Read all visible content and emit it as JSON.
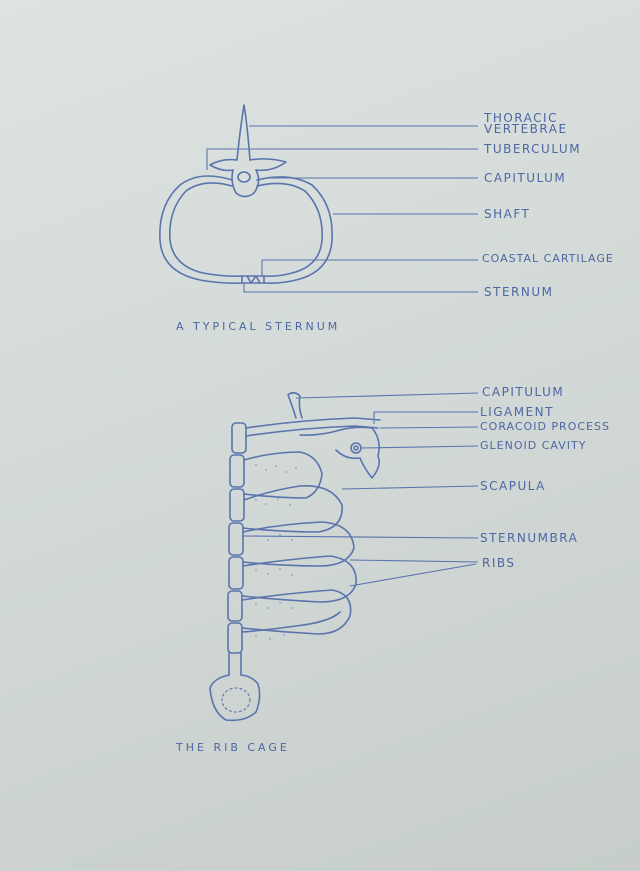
{
  "sternum_diagram": {
    "caption": "A TYPICAL STERNUM",
    "labels": {
      "thoracic_vertebrae": "THORACIC VERTEBRAE",
      "tuberculum": "TUBERCULUM",
      "capitulum": "CAPITULUM",
      "shaft": "SHAFT",
      "coastal_cartilage": "COASTAL CARTILAGE",
      "sternum": "STERNUM"
    }
  },
  "rib_cage_diagram": {
    "caption": "THE RIB CAGE",
    "labels": {
      "capitulum": "CAPITULUM",
      "ligament": "LIGAMENT",
      "coracoid_process": "CORACOID PROCESS",
      "glenoid_cavity": "GLENOID CAVITY",
      "scapula": "SCAPULA",
      "sternumbra": "STERNUMBRA",
      "ribs": "RIBS"
    }
  },
  "colors": {
    "ink": "#5a74ad",
    "paper": "#d8dfdc"
  }
}
